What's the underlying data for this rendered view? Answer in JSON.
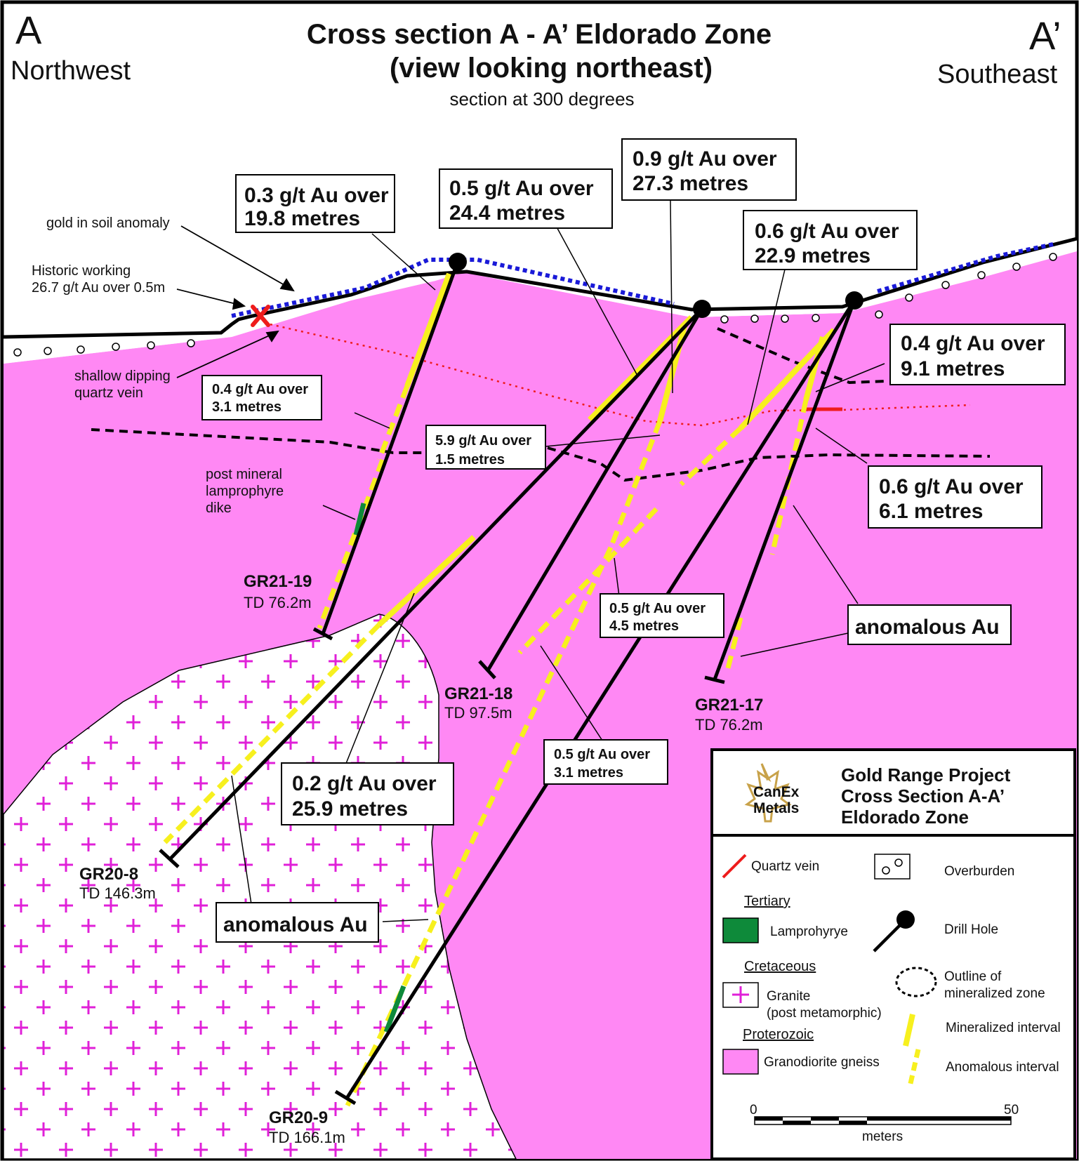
{
  "header": {
    "corner_left": "A",
    "corner_right": "A’",
    "dir_left": "Northwest",
    "dir_right": "Southeast",
    "title_line1": "Cross section A - A’ Eldorado Zone",
    "title_line2": "(view looking northeast)",
    "subtitle": "section at 300 degrees"
  },
  "annotations": {
    "gold_soil": "gold in soil anomaly",
    "historic_1": "Historic working",
    "historic_2": "26.7 g/t Au over 0.5m",
    "shallow_1": "shallow dipping",
    "shallow_2": "quartz vein",
    "dike_1": "post mineral",
    "dike_2": "lamprophyre",
    "dike_3": "dike"
  },
  "intercepts": [
    {
      "line1": "0.3 g/t Au over",
      "line2": "19.8 metres"
    },
    {
      "line1": "0.5 g/t Au over",
      "line2": "24.4 metres"
    },
    {
      "line1": "0.9 g/t Au over",
      "line2": "27.3 metres"
    },
    {
      "line1": "0.6 g/t Au over",
      "line2": "22.9 metres"
    },
    {
      "line1": "0.4 g/t Au over",
      "line2": "9.1 metres"
    },
    {
      "line1": "0.4 g/t Au over",
      "line2": "3.1 metres"
    },
    {
      "line1": "5.9 g/t Au over",
      "line2": "1.5 metres"
    },
    {
      "line1": "0.6 g/t Au over",
      "line2": "6.1 metres"
    },
    {
      "line1": "0.5 g/t Au over",
      "line2": "4.5 metres"
    },
    {
      "line1": "0.5 g/t Au over",
      "line2": "3.1 metres"
    },
    {
      "line1": "0.2 g/t Au over",
      "line2": "25.9 metres"
    }
  ],
  "anomalous": [
    "anomalous Au",
    "anomalous Au"
  ],
  "holes": [
    {
      "name": "GR21-19",
      "td": "TD 76.2m"
    },
    {
      "name": "GR21-18",
      "td": "TD 97.5m"
    },
    {
      "name": "GR21-17",
      "td": "TD 76.2m"
    },
    {
      "name": "GR20-8",
      "td": "TD 146.3m"
    },
    {
      "name": "GR20-9",
      "td": "TD 166.1m"
    }
  ],
  "legend": {
    "logo_line1": "CanEx",
    "logo_line2": "Metals",
    "title_line1": "Gold Range Project",
    "title_line2": "Cross Section A-A’",
    "title_line3": "Eldorado Zone",
    "quartz_vein": "Quartz vein",
    "overburden": "Overburden",
    "tertiary": "Tertiary",
    "lamprophyre": "Lamprohyrye",
    "drill_hole": "Drill Hole",
    "cretaceous": "Cretaceous",
    "outline_1": "Outline of",
    "outline_2": "mineralized zone",
    "granite_1": "Granite",
    "granite_2": "(post metamorphic)",
    "mineralized": "Mineralized interval",
    "proterozoic": "Proterozoic",
    "gneiss": "Granodiorite gneiss",
    "anomalous_interval": "Anomalous interval",
    "scale_0": "0",
    "scale_50": "50",
    "scale_unit": "meters"
  },
  "colors": {
    "gneiss": "#ff88f4",
    "granite_cross": "#e020d8",
    "mineralized": "#f7f01e",
    "quartz_vein": "#ee1c1c",
    "soil_anomaly": "#1a1ad8",
    "lamprophyre": "#0e8a3a"
  }
}
